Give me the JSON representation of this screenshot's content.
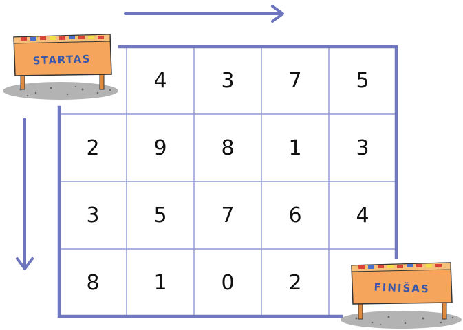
{
  "start_label": "STARTAS",
  "finish_label": "FINIŠAS",
  "grid": [
    [
      "",
      "4",
      "3",
      "7",
      "5"
    ],
    [
      "2",
      "9",
      "8",
      "1",
      "3"
    ],
    [
      "3",
      "5",
      "7",
      "6",
      "4"
    ],
    [
      "8",
      "1",
      "0",
      "2",
      ""
    ]
  ],
  "colors": {
    "grid_lines": "#8e98d2",
    "border": "#7079c0",
    "arrows": "#6c75be",
    "sign_fill": "#f6a55d",
    "sign_text": "#3a58a8",
    "ground": "#b3b3b3"
  }
}
